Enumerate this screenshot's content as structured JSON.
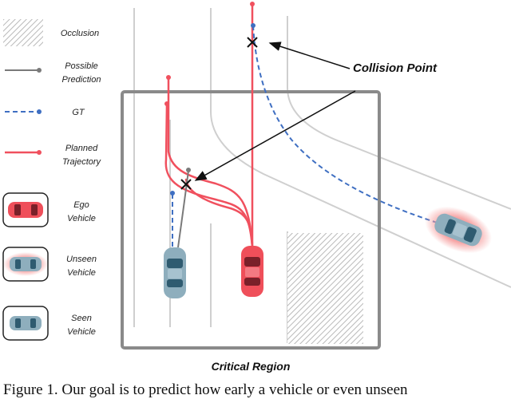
{
  "legend": {
    "occlusion": "Occlusion",
    "possible_prediction": [
      "Possible",
      "Prediction"
    ],
    "gt": "GT",
    "planned_trajectory": [
      "Planned",
      "Trajectory"
    ],
    "ego_vehicle": [
      "Ego",
      "Vehicle"
    ],
    "unseen_vehicle": [
      "Unseen",
      "Vehicle"
    ],
    "seen_vehicle": [
      "Seen",
      "Vehicle"
    ]
  },
  "annotations": {
    "collision_point": "Collision Point",
    "critical_region": "Critical Region"
  },
  "caption": "Figure 1.  Our goal is to predict how early a vehicle or even unseen",
  "colors": {
    "planned": "#f0505e",
    "gt": "#3f6fc2",
    "prediction": "#7a7a7a",
    "ego": "#ef4f5a",
    "seen": "#8eaebd",
    "unseen_glow": "#f7a7a7",
    "region_border": "#8a8a8a",
    "road": "#cfcfcf"
  }
}
